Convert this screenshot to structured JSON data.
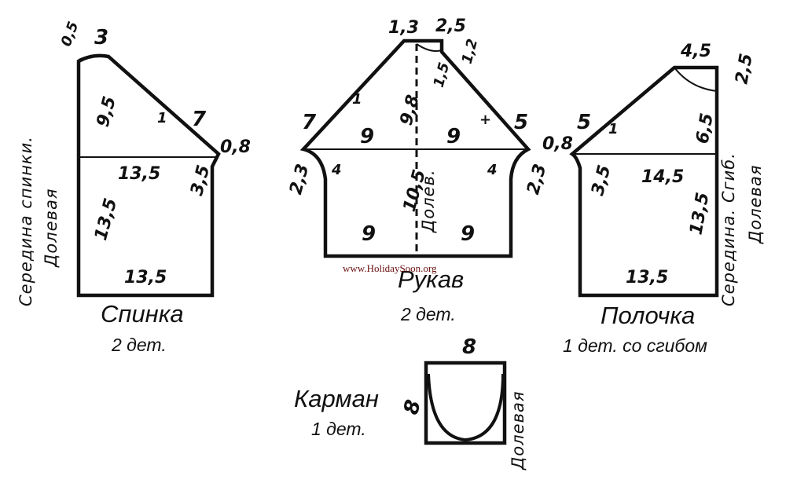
{
  "colors": {
    "line": "#111111",
    "background": "#ffffff",
    "watermark": "#6b1010"
  },
  "watermark": "www.HolidaySoon.org",
  "pieces": {
    "back": {
      "title": "Спинка",
      "count": "2 дет.",
      "side_label_center": "Середина спинки.",
      "side_label_grain": "Долевая",
      "dims": {
        "neck_drop": "0,5",
        "neck_width": "3",
        "raglan_height": "9,5",
        "raglan_len": "7",
        "raglan_notch": "1",
        "underarm": "0,8",
        "chest": "13,5",
        "armhole_depth": "3,5",
        "body_height": "13,5",
        "hem": "13,5"
      }
    },
    "sleeve": {
      "title": "Рукав",
      "count": "2 дет.",
      "grain_label": "Долев.",
      "dims": {
        "top_left": "1,3",
        "top_right": "2,5",
        "top_drop": "1,2",
        "center_drop": "1,5",
        "cap_height": "9,8",
        "left_raglan": "7",
        "right_raglan": "5",
        "left_notch": "1",
        "right_notch": "+",
        "left_half": "9",
        "right_half": "9",
        "left_underarm": "2,3",
        "right_underarm": "2,3",
        "left_seam": "4",
        "right_seam": "4",
        "length": "10,5",
        "cuff_left": "9",
        "cuff_right": "9"
      }
    },
    "front": {
      "title": "Полочка",
      "count": "1 дет. со сгибом",
      "side_label_center": "Середина. Сгиб.",
      "side_label_grain": "Долевая",
      "dims": {
        "neck_width": "4,5",
        "neck_drop": "2,5",
        "raglan_len": "5",
        "raglan_notch": "1",
        "underarm": "0,8",
        "raglan_height": "6,5",
        "armhole_depth": "3,5",
        "chest": "14,5",
        "body_height": "13,5",
        "hem": "13,5"
      }
    },
    "pocket": {
      "title": "Карман",
      "count": "1 дет.",
      "grain_label": "Долевая",
      "dims": {
        "width": "8",
        "height": "8"
      }
    }
  }
}
